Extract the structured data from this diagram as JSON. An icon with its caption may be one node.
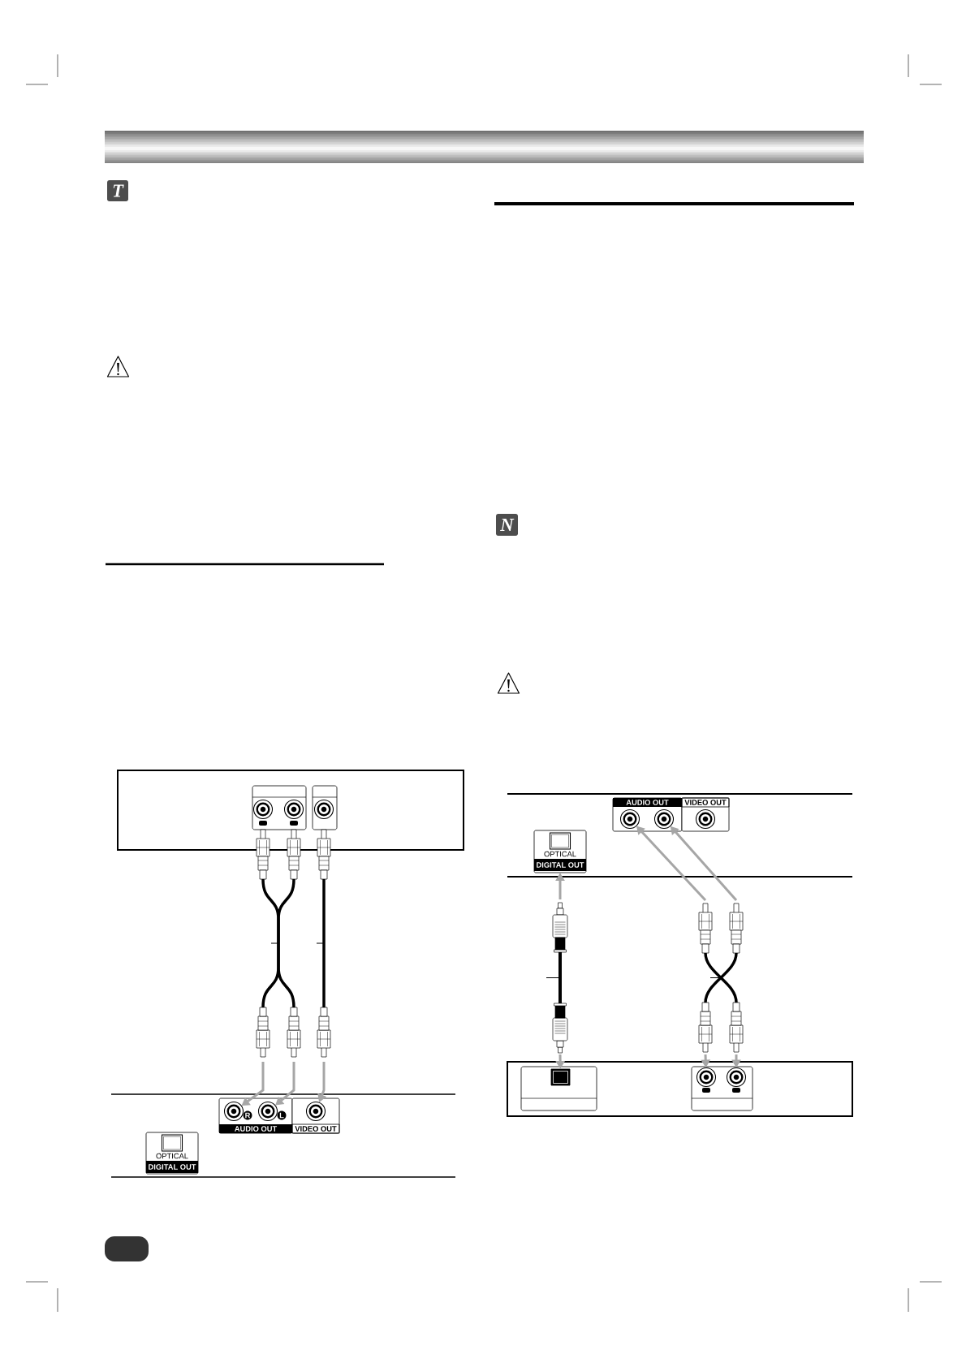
{
  "diagram": {
    "nodes": [
      {
        "text": [],
        "shape": "box"
      },
      {
        "text": [],
        "shape": "box",
        "in": 0
      },
      {
        "text": [],
        "shape": "circle",
        "in": 1
      },
      {
        "text": [],
        "shape": "circle",
        "in": 1
      },
      {
        "text": [],
        "shape": "box",
        "in": 0
      },
      {
        "text": [],
        "shape": "circle",
        "in": 4
      },
      {
        "text": [],
        "shape": "cable"
      },
      {
        "text": [],
        "shape": "cable"
      },
      {
        "text": [
          "AUDIO OUT"
        ]
      },
      {
        "text": [],
        "shape": "circle",
        "in": 8,
        "beside": [
          "R"
        ]
      },
      {
        "text": [],
        "shape": "circle",
        "in": 8,
        "beside": [
          "L"
        ]
      },
      {
        "text": [
          "VIDEO OUT"
        ]
      },
      {
        "text": [],
        "shape": "circle",
        "in": 11
      },
      {
        "text": [
          "OPTICAL",
          "DIGITAL OUT"
        ]
      },
      {
        "text": [
          "AUDIO OUT"
        ]
      },
      {
        "text": [],
        "shape": "circle",
        "in": 14
      },
      {
        "text": [],
        "shape": "circle",
        "in": 14
      },
      {
        "text": [
          "VIDEO OUT"
        ]
      },
      {
        "text": [],
        "shape": "circle",
        "in": 17
      },
      {
        "text": [
          "OPTICAL",
          "DIGITAL OUT"
        ]
      },
      {
        "text": [],
        "shape": "cable"
      },
      {
        "text": [],
        "shape": "cable"
      },
      {
        "text": [],
        "shape": "box"
      },
      {
        "text": [],
        "shape": "box",
        "in": 22
      },
      {
        "text": [],
        "shape": "box",
        "in": 23
      },
      {
        "text": [],
        "shape": "box",
        "in": 22
      },
      {
        "text": [],
        "shape": "circle",
        "in": 25
      },
      {
        "text": [],
        "shape": "circle",
        "in": 25
      }
    ],
    "edges": [
      {
        "from": 6,
        "to": 9,
        "arrow": "to"
      },
      {
        "from": 6,
        "to": 10,
        "arrow": "to"
      },
      {
        "from": 7,
        "to": 12,
        "arrow": "to"
      },
      {
        "from": null,
        "to": 6,
        "arrow": "none",
        "color": "#000000"
      },
      {
        "from": null,
        "to": 7,
        "arrow": "none",
        "color": "#000000"
      },
      {
        "from": 20,
        "to": 19,
        "arrow": "to"
      },
      {
        "from": 21,
        "to": 15,
        "arrow": "to"
      },
      {
        "from": 21,
        "to": 16,
        "arrow": "to"
      },
      {
        "from": 20,
        "to": 24,
        "arrow": "to"
      },
      {
        "from": 21,
        "to": 26,
        "arrow": "to"
      },
      {
        "from": 21,
        "to": 27,
        "arrow": "to"
      },
      {
        "from": null,
        "to": 20,
        "arrow": "none",
        "color": "#000000"
      },
      {
        "from": null,
        "to": 21,
        "arrow": "none",
        "color": "#000000"
      }
    ],
    "labels": [
      "T",
      "N"
    ]
  }
}
